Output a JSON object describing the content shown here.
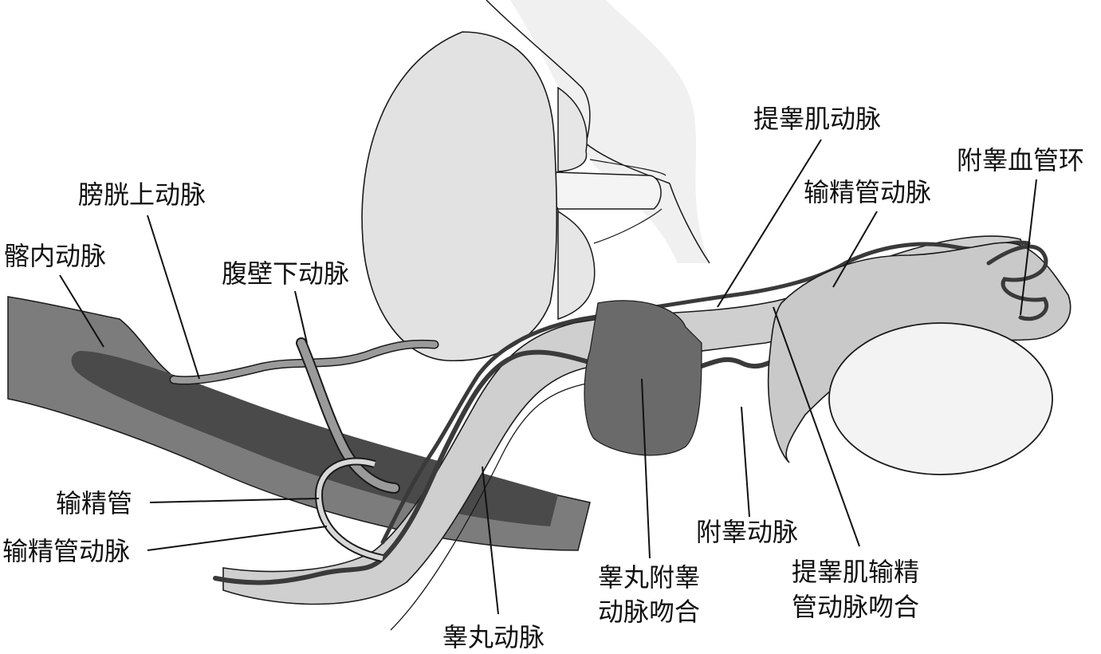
{
  "colors": {
    "background": "#ffffff",
    "outline": "#1a1a1a",
    "light_tissue": "#dcdcdc",
    "bone": "#e8e8e8",
    "mid_gray": "#8f8f8f",
    "dark_vessel": "#5a5a5a",
    "darkest": "#3a3a3a",
    "testis": "#f3f3f3",
    "label_text": "#111111",
    "leader_line": "#111111"
  },
  "labels": {
    "cremasteric_artery": "提睾肌动脉",
    "epididymal_vascular_loop": "附睾血管环",
    "deferential_artery_right": "输精管动脉",
    "superior_vesical_artery": "膀胱上动脉",
    "internal_iliac_artery": "髂内动脉",
    "inferior_epigastric_artery": "腹壁下动脉",
    "vas_deferens": "输精管",
    "deferential_artery_left": "输精管动脉",
    "testicular_artery": "睾丸动脉",
    "testicular_epididymal_anastomosis_line1": "睾丸附睾",
    "testicular_epididymal_anastomosis_line2": "动脉吻合",
    "epididymal_artery": "附睾动脉",
    "cremasteric_deferential_anastomosis_line1": "提睾肌输精",
    "cremasteric_deferential_anastomosis_line2": "管动脉吻合"
  }
}
